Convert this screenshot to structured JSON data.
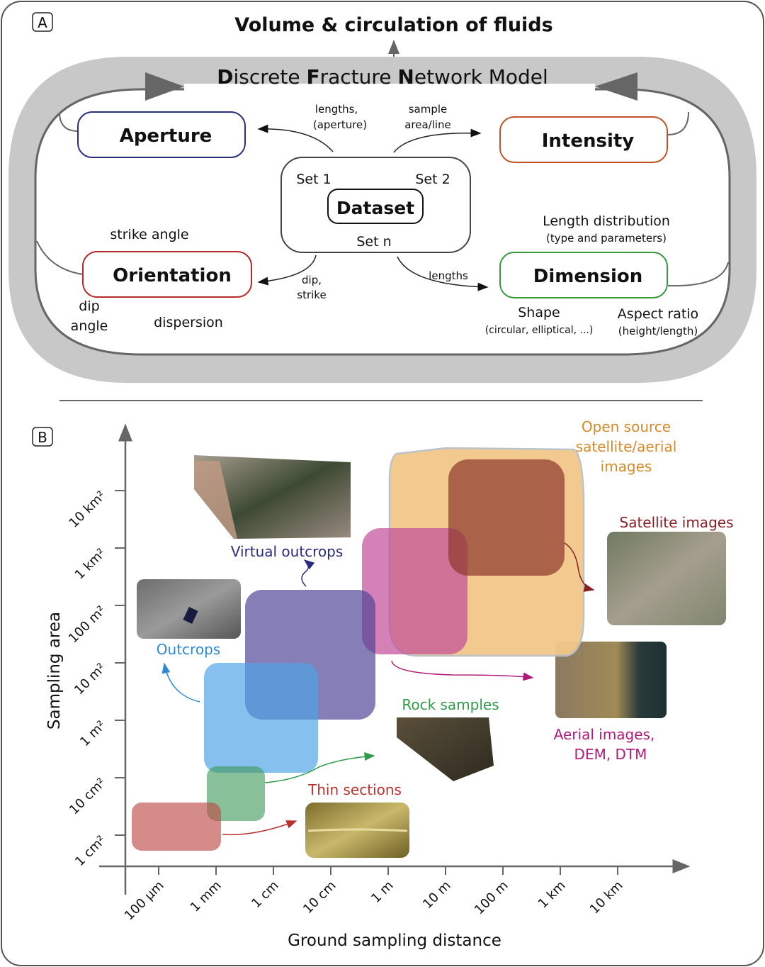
{
  "panel_a": {
    "label": "A",
    "top_title": "Volume & circulation of fluids",
    "model_title_parts": [
      {
        "text": "D",
        "bold": true
      },
      {
        "text": "iscrete ",
        "bold": false
      },
      {
        "text": "F",
        "bold": true
      },
      {
        "text": "racture ",
        "bold": false
      },
      {
        "text": "N",
        "bold": true
      },
      {
        "text": "etwork Model",
        "bold": false
      }
    ],
    "dataset": {
      "title": "Dataset",
      "set1": "Set 1",
      "set2": "Set 2",
      "setn": "Set n"
    },
    "nodes": {
      "aperture": {
        "label": "Aperture",
        "color": "#2a2e7e"
      },
      "intensity": {
        "label": "Intensity",
        "color": "#c0532a"
      },
      "orientation": {
        "label": "Orientation",
        "color": "#b52a2a"
      },
      "dimension": {
        "label": "Dimension",
        "color": "#3a9a3a"
      }
    },
    "edge_labels": {
      "to_aperture": [
        "lengths,",
        "(aperture)"
      ],
      "to_intensity": [
        "sample",
        "area/line"
      ],
      "to_orientation": [
        "dip,",
        "strike"
      ],
      "to_dimension": "lengths"
    },
    "annotations": {
      "strike_angle": "strike angle",
      "dip_angle": [
        "dip",
        "angle"
      ],
      "dispersion": "dispersion",
      "length_distribution": "Length distribution",
      "length_distribution_sub": "(type and parameters)",
      "shape": "Shape",
      "shape_sub": "(circular, elliptical, ...)",
      "aspect_ratio": "Aspect ratio",
      "aspect_ratio_sub": "(height/length)"
    }
  },
  "panel_b": {
    "label": "B",
    "y_axis_title": "Sampling area",
    "x_axis_title": "Ground sampling distance",
    "y_ticks": [
      "1 cm²",
      "10 cm²",
      "1 m²",
      "10 m²",
      "100 m²",
      "1 km²",
      "10 km²"
    ],
    "x_ticks": [
      "100 µm",
      "1 mm",
      "1 cm",
      "10 cm",
      "1 m",
      "10 m",
      "100 m",
      "1 km",
      "10 km"
    ],
    "categories": [
      {
        "name": "Thin sections",
        "color": "#b8332e",
        "fill": "#c8635e"
      },
      {
        "name": "Rock samples",
        "color": "#2f9a4a",
        "fill": "#5aa76f"
      },
      {
        "name": "Outcrops",
        "color": "#2e8ad8",
        "fill": "#5aa8e6"
      },
      {
        "name": "Virtual outcrops",
        "color": "#2a2a80",
        "fill": "#5a4f98"
      },
      {
        "name": "Aerial images, DEM, DTM",
        "lines": [
          "Aerial images,",
          "DEM, DTM"
        ],
        "color": "#b01a7a",
        "fill": "#c2519a"
      },
      {
        "name": "Open source satellite/aerial images",
        "lines": [
          "Open source",
          "satellite/aerial",
          "images"
        ],
        "color": "#d88a2a",
        "fill": "#f2c88a"
      },
      {
        "name": "Satellite images",
        "color": "#8a1f25",
        "fill": "#8e3a2e"
      }
    ]
  }
}
